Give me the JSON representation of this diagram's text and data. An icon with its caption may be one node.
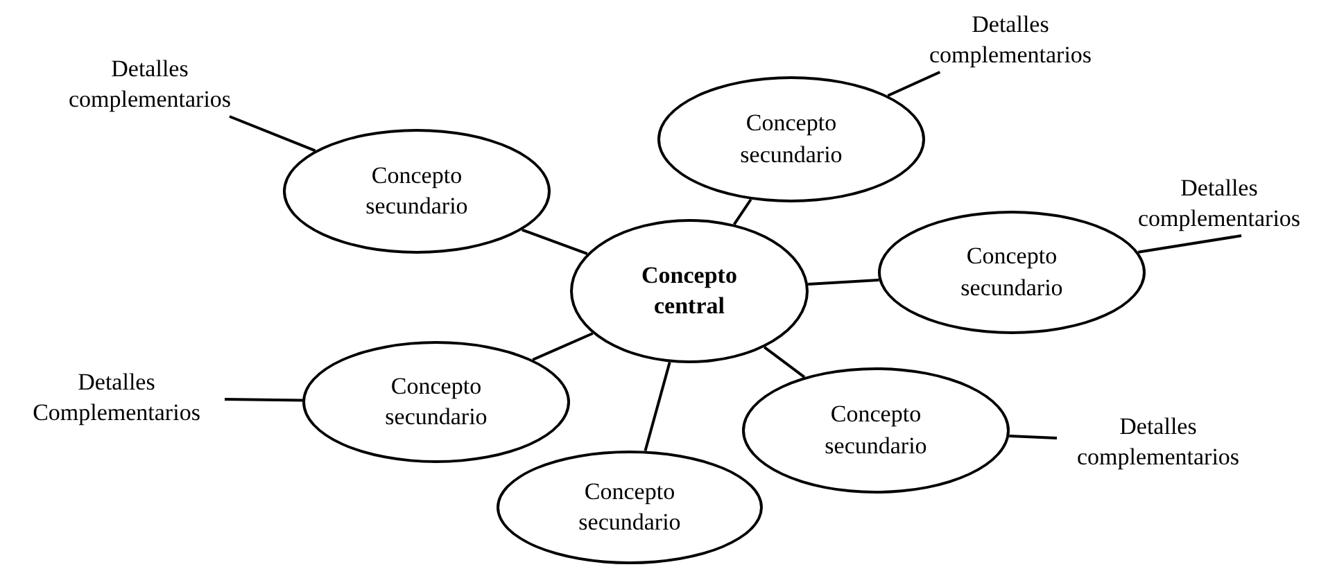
{
  "diagram": {
    "nodes": [
      {
        "text": [
          "Concepto central"
        ]
      },
      {
        "text": [
          "Concepto secundario"
        ]
      },
      {
        "text": [
          "Concepto secundario"
        ]
      },
      {
        "text": [
          "Concepto secundario"
        ]
      },
      {
        "text": [
          "Concepto secundario"
        ]
      },
      {
        "text": [
          "Concepto secundario"
        ]
      },
      {
        "text": [
          "Concepto secundario"
        ]
      },
      {
        "text": [
          "Detalles complementarios"
        ]
      },
      {
        "text": [
          "Detalles complementarios"
        ]
      },
      {
        "text": [
          "Detalles complementarios"
        ]
      },
      {
        "text": [
          "Detalles Complementarios"
        ]
      },
      {
        "text": [
          "Detalles complementarios"
        ]
      }
    ],
    "edges": [
      {
        "from": 0,
        "to": 1,
        "arrow": "none"
      },
      {
        "from": 0,
        "to": 2,
        "arrow": "none"
      },
      {
        "from": 0,
        "to": 3,
        "arrow": "none"
      },
      {
        "from": 0,
        "to": 4,
        "arrow": "none"
      },
      {
        "from": 0,
        "to": 5,
        "arrow": "none"
      },
      {
        "from": 0,
        "to": 6,
        "arrow": "none"
      },
      {
        "from": 1,
        "to": 7,
        "arrow": "none"
      },
      {
        "from": 2,
        "to": 8,
        "arrow": "none"
      },
      {
        "from": 3,
        "to": 9,
        "arrow": "none"
      },
      {
        "from": 4,
        "to": 10,
        "arrow": "none"
      },
      {
        "from": 5,
        "to": 11,
        "arrow": "none"
      }
    ]
  }
}
